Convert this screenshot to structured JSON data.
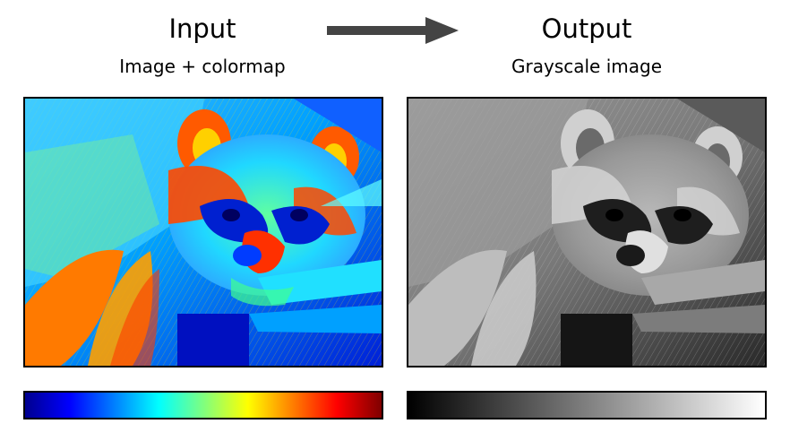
{
  "left": {
    "heading": "Input",
    "subheading": "Image + colormap",
    "image": "raccoon-face-jet-colormap",
    "colorbar": [
      "#00008f",
      "#0000ff",
      "#007fff",
      "#00ffff",
      "#7fff7f",
      "#ffff00",
      "#ff7f00",
      "#ff0000",
      "#7f0000"
    ]
  },
  "right": {
    "heading": "Output",
    "subheading": "Grayscale image",
    "image": "raccoon-face-grayscale",
    "colorbar": [
      "#000000",
      "#ffffff"
    ]
  },
  "arrow": {
    "icon": "right-arrow-icon",
    "color": "#444444"
  }
}
